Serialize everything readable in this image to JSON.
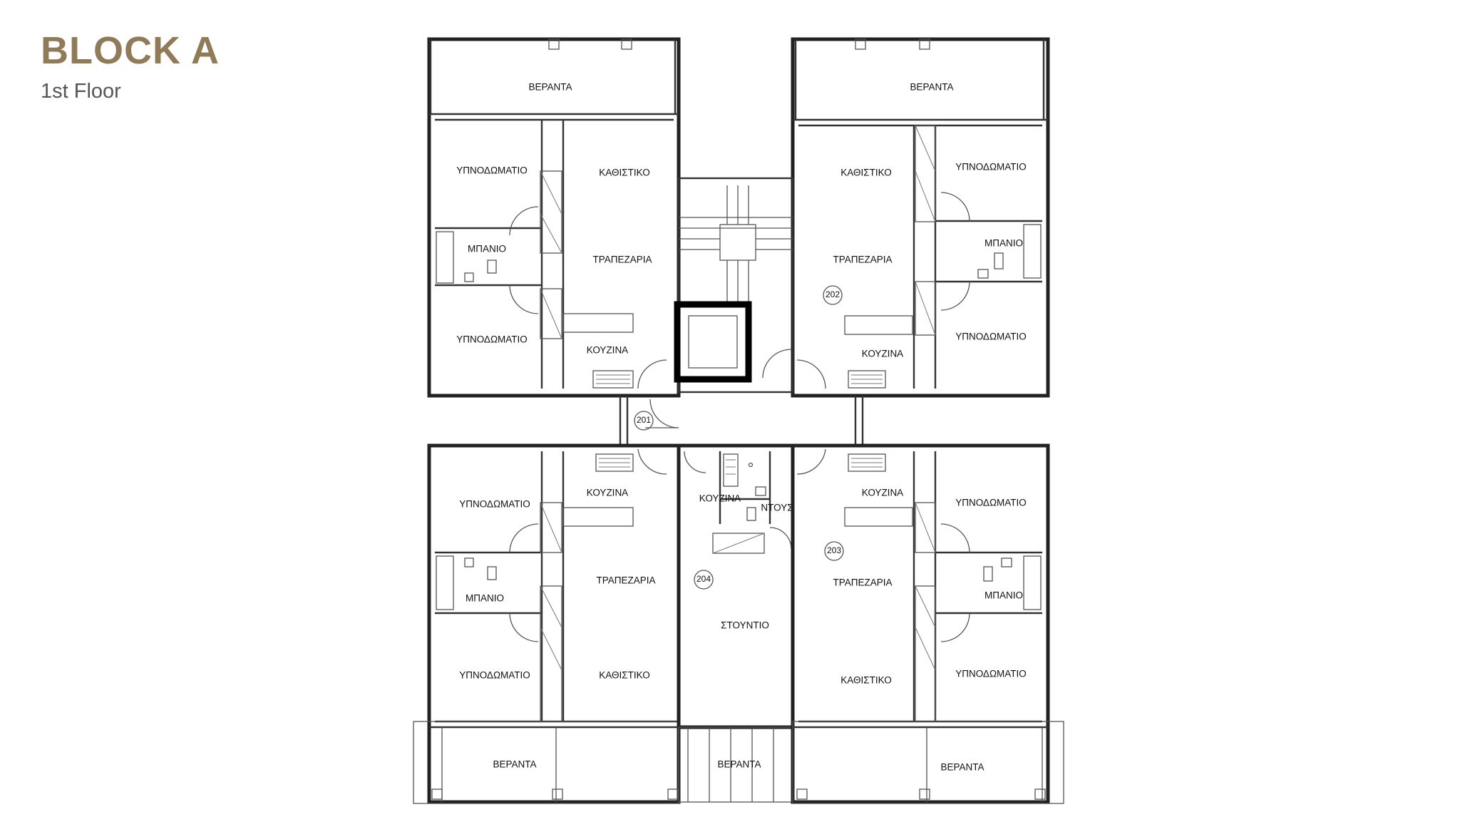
{
  "header": {
    "title": "BLOCK A",
    "subtitle": "1st Floor"
  },
  "rooms": {
    "verandas": [
      "ΒΕΡΑΝΤΑ",
      "ΒΕΡΑΝΤΑ",
      "ΒΕΡΑΝΤΑ",
      "ΒΕΡΑΝΤΑ",
      "ΒΕΡΑΝΤΑ"
    ],
    "bedrooms": [
      "ΥΠΝΟΔΩΜΑΤΙΟ",
      "ΥΠΝΟΔΩΜΑΤΙΟ",
      "ΥΠΝΟΔΩΜΑΤΙΟ",
      "ΥΠΝΟΔΩΜΑΤΙΟ",
      "ΥΠΝΟΔΩΜΑΤΙΟ",
      "ΥΠΝΟΔΩΜΑΤΙΟ",
      "ΥΠΝΟΔΩΜΑΤΙΟ",
      "ΥΠΝΟΔΩΜΑΤΙΟ"
    ],
    "living": [
      "ΚΑΘΙΣΤΙΚΟ",
      "ΚΑΘΙΣΤΙΚΟ",
      "ΚΑΘΙΣΤΙΚΟ",
      "ΚΑΘΙΣΤΙΚΟ"
    ],
    "dining": [
      "ΤΡΑΠΕΖΑΡΙΑ",
      "ΤΡΑΠΕΖΑΡΙΑ",
      "ΤΡΑΠΕΖΑΡΙΑ",
      "ΤΡΑΠΕΖΑΡΙΑ"
    ],
    "kitchens": [
      "ΚΟΥΖΙΝΑ",
      "ΚΟΥΖΙΝΑ",
      "ΚΟΥΖΙΝΑ",
      "ΚΟΥΖΙΝΑ",
      "ΚΟΥΖΙΝΑ"
    ],
    "bathrooms": [
      "ΜΠΑΝΙΟ",
      "ΜΠΑΝΙΟ",
      "ΜΠΑΝΙΟ",
      "ΜΠΑΝΙΟ"
    ],
    "shower": "ΝΤΟΥΣ",
    "studio": "ΣΤΟΥΝΤΙΟ"
  },
  "units": [
    "201",
    "202",
    "203",
    "204"
  ]
}
